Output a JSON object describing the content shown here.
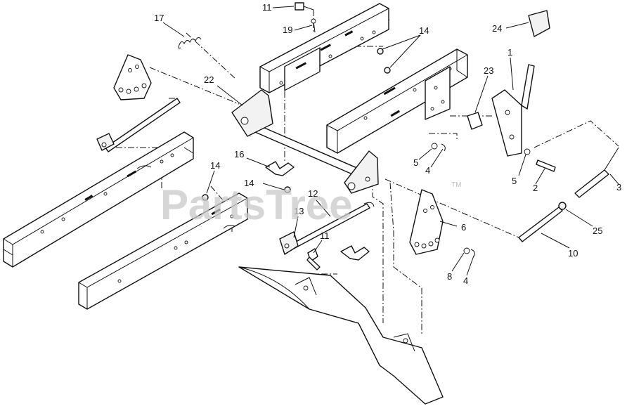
{
  "watermark": {
    "text": "PartsTree",
    "trademark": "TM"
  },
  "callouts": [
    "17",
    "11",
    "19",
    "14",
    "24",
    "1",
    "23",
    "22",
    "16",
    "14",
    "14",
    "12",
    "13",
    "11",
    "5",
    "4",
    "5",
    "2",
    "3",
    "25",
    "6",
    "10",
    "8",
    "4"
  ]
}
